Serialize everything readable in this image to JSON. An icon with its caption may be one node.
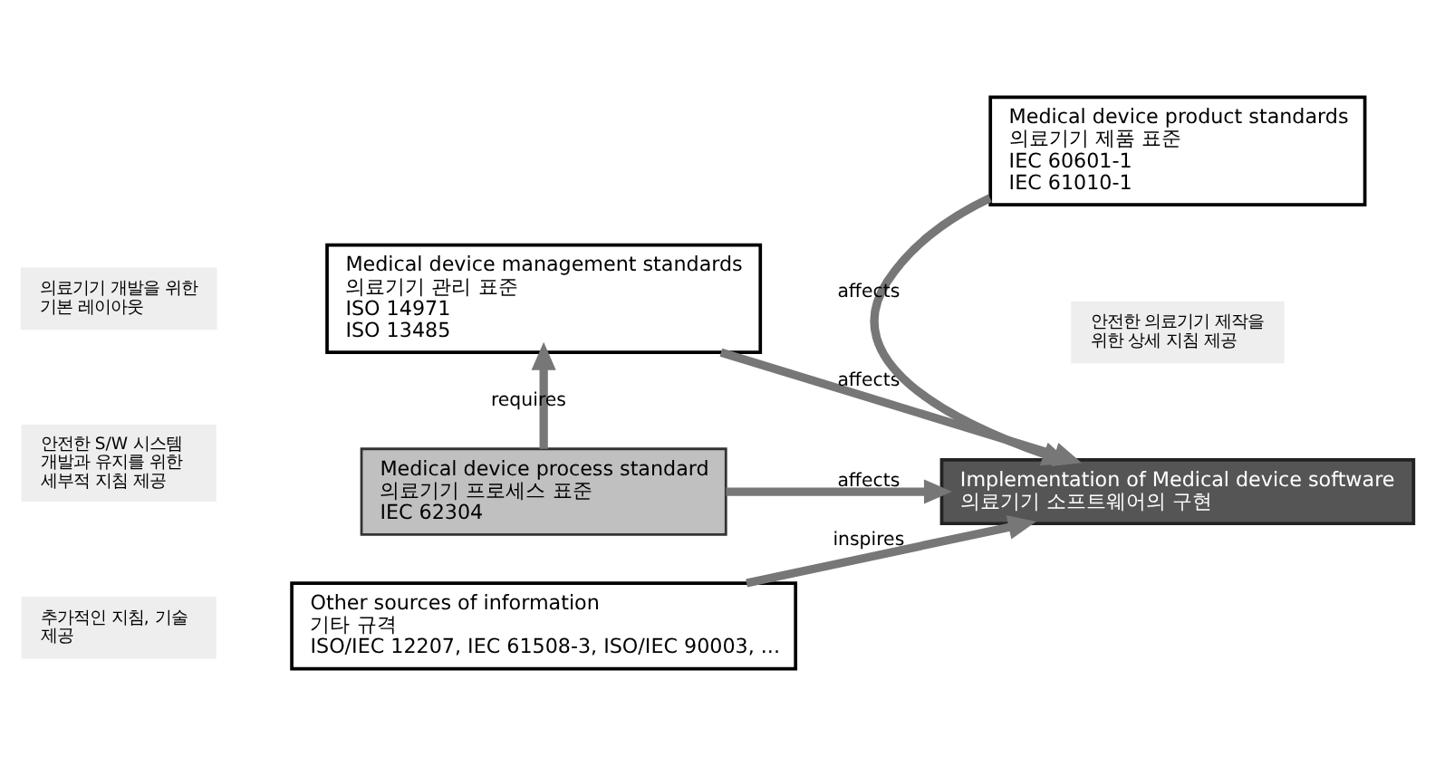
{
  "diagram": {
    "nodes": [
      {
        "text": [
          "의료기기 개발을 위한 기본 레이아웃"
        ]
      },
      {
        "text": [
          "Medical device management standards",
          "의료기기 관리 표준",
          "ISO 14971",
          "ISO 13485"
        ]
      },
      {
        "text": [
          "Medical device product standards",
          "의료기기 제품 표준",
          "IEC 60601-1",
          "IEC 61010-1"
        ]
      },
      {
        "text": [
          "안전한 의료기기 제작을 위한 상세 지침 제공"
        ]
      },
      {
        "text": [
          "안전한 S/W 시스템 개발과 유지를 위한 세부적 지침 제공"
        ]
      },
      {
        "text": [
          "Medical device process standard",
          "의료기기 프로세스 표준",
          "IEC 62304"
        ]
      },
      {
        "text": [
          "Implementation of Medical device software",
          "의료기기 소프트웨어의 구현"
        ]
      },
      {
        "text": [
          "추가적인 지침, 기술 제공"
        ]
      },
      {
        "text": [
          "Other sources of information",
          "기타 규격",
          "ISO/IEC 12207, IEC 61508-3, ISO/IEC 90003, ..."
        ]
      }
    ],
    "edges": [
      {
        "from": 1,
        "to": 6,
        "arrow": "to",
        "label": "affects"
      },
      {
        "from": 2,
        "to": 6,
        "arrow": "to",
        "label": "affects"
      },
      {
        "from": 5,
        "to": 1,
        "arrow": "to",
        "label": "requires"
      },
      {
        "from": 5,
        "to": 6,
        "arrow": "to",
        "label": "affects"
      },
      {
        "from": 8,
        "to": 6,
        "arrow": "to",
        "label": "inspires"
      }
    ]
  }
}
